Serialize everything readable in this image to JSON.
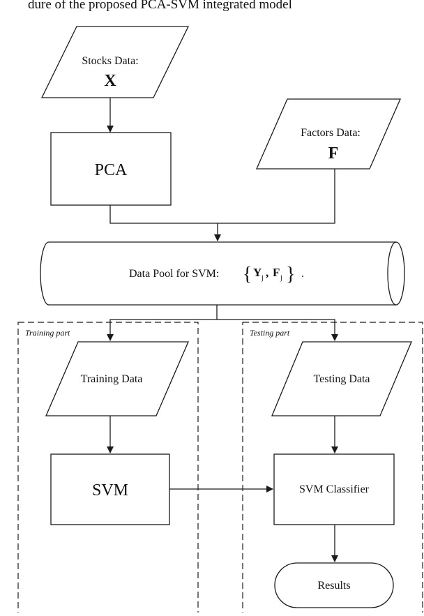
{
  "caption": "dure of the proposed PCA-SVM integrated model",
  "stocks": {
    "label": "Stocks Data:",
    "symbol": "X"
  },
  "factors": {
    "label": "Factors Data:",
    "symbol": "F"
  },
  "pca": {
    "label": "PCA"
  },
  "pool": {
    "label": "Data Pool for SVM:",
    "open_brace": "{",
    "y": "Y",
    "j1": "j",
    "comma": ",",
    "f": "F",
    "j2": "j",
    "close_brace": "}",
    "period": "."
  },
  "training_part": {
    "label": "Training part"
  },
  "testing_part": {
    "label": "Testing part"
  },
  "training_data": {
    "label": "Training Data"
  },
  "testing_data": {
    "label": "Testing Data"
  },
  "svm": {
    "label": "SVM"
  },
  "svm_classifier": {
    "label": "SVM Classifier"
  },
  "results": {
    "label": "Results"
  }
}
